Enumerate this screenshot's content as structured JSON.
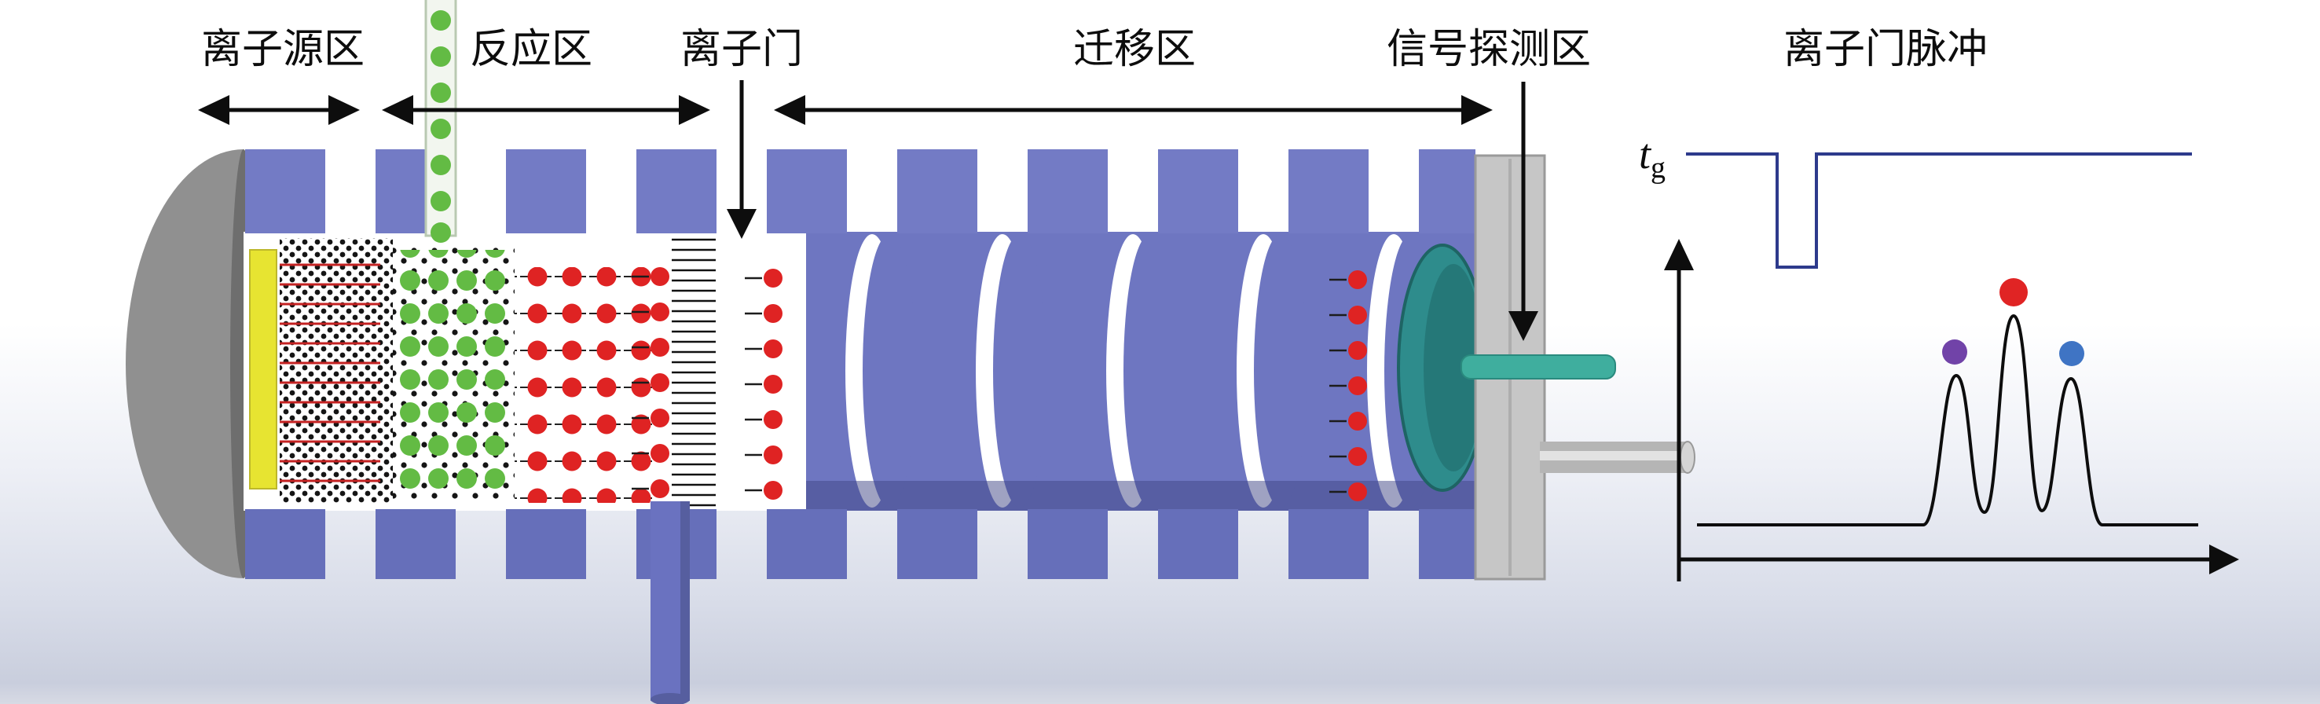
{
  "labels": {
    "ion_source_region": "离子源区",
    "reaction_region": "反应区",
    "ion_gate": "离子门",
    "drift_region": "迁移区",
    "detection_region": "信号探测区",
    "gate_pulse": "离子门脉冲"
  },
  "pulse_plot": {
    "t_symbol": "t",
    "t_subscript": "g",
    "peaks": [
      {
        "marker": "purple-ion",
        "color": "#7143a8",
        "relative_height": 0.71
      },
      {
        "marker": "red-ion",
        "color": "#e02424",
        "relative_height": 1.0
      },
      {
        "marker": "blue-ion",
        "color": "#3f74c4",
        "relative_height": 0.7
      }
    ]
  },
  "colors": {
    "ring_blue": "#737bc5",
    "ring_blue_dark": "#666fba",
    "interior_blue": "#6e76c1",
    "source_yellow": "#e7e431",
    "sample_green": "#63bb44",
    "ion_red": "#df2323",
    "field_line_red": "#c42222",
    "detector_teal": "#2e8c8c",
    "detector_stem_teal": "#3fae9e",
    "housing_gray": "#c6c6c6",
    "dome_gray": "#909090",
    "pulse_line": "#2d3a8c"
  }
}
